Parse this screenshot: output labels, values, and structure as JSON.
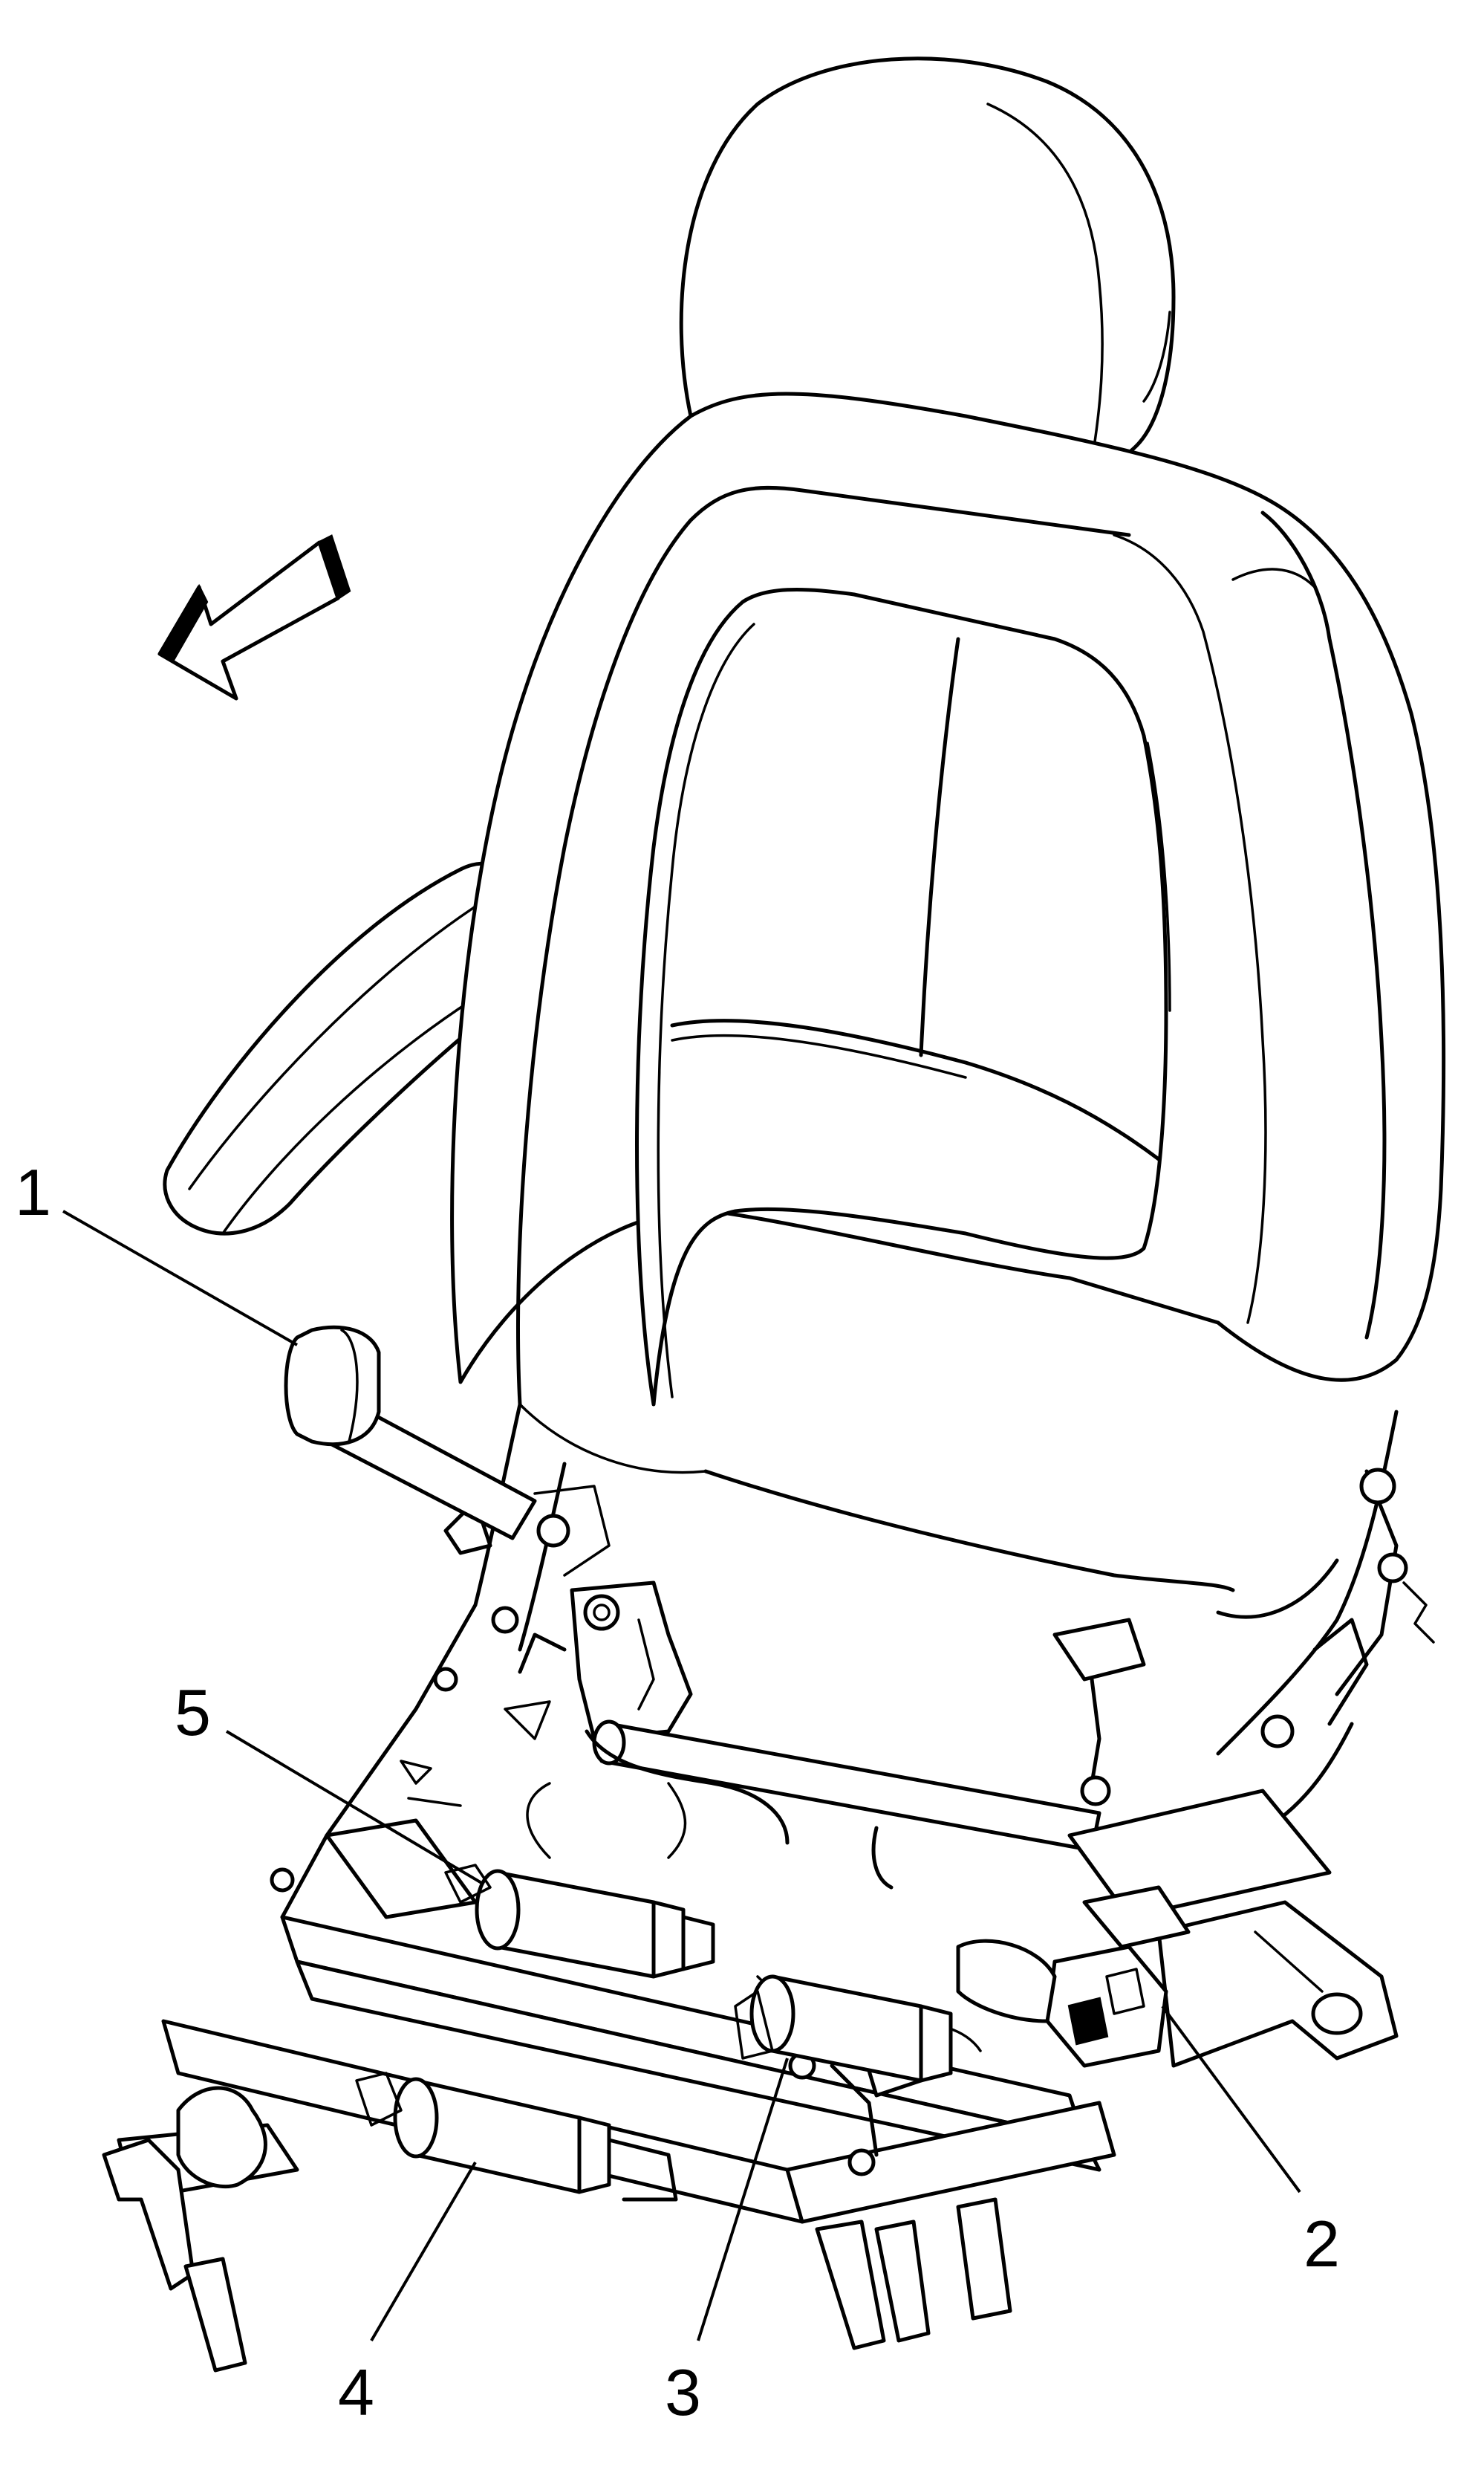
{
  "diagram": {
    "colors": {
      "line": "#000000",
      "background": "#ffffff"
    },
    "icons": {
      "direction_arrow": "front-direction-arrow-icon"
    },
    "callouts": [
      {
        "id": "callout-1",
        "label": "1"
      },
      {
        "id": "callout-2",
        "label": "2"
      },
      {
        "id": "callout-3",
        "label": "3"
      },
      {
        "id": "callout-4",
        "label": "4"
      },
      {
        "id": "callout-5",
        "label": "5"
      }
    ]
  }
}
